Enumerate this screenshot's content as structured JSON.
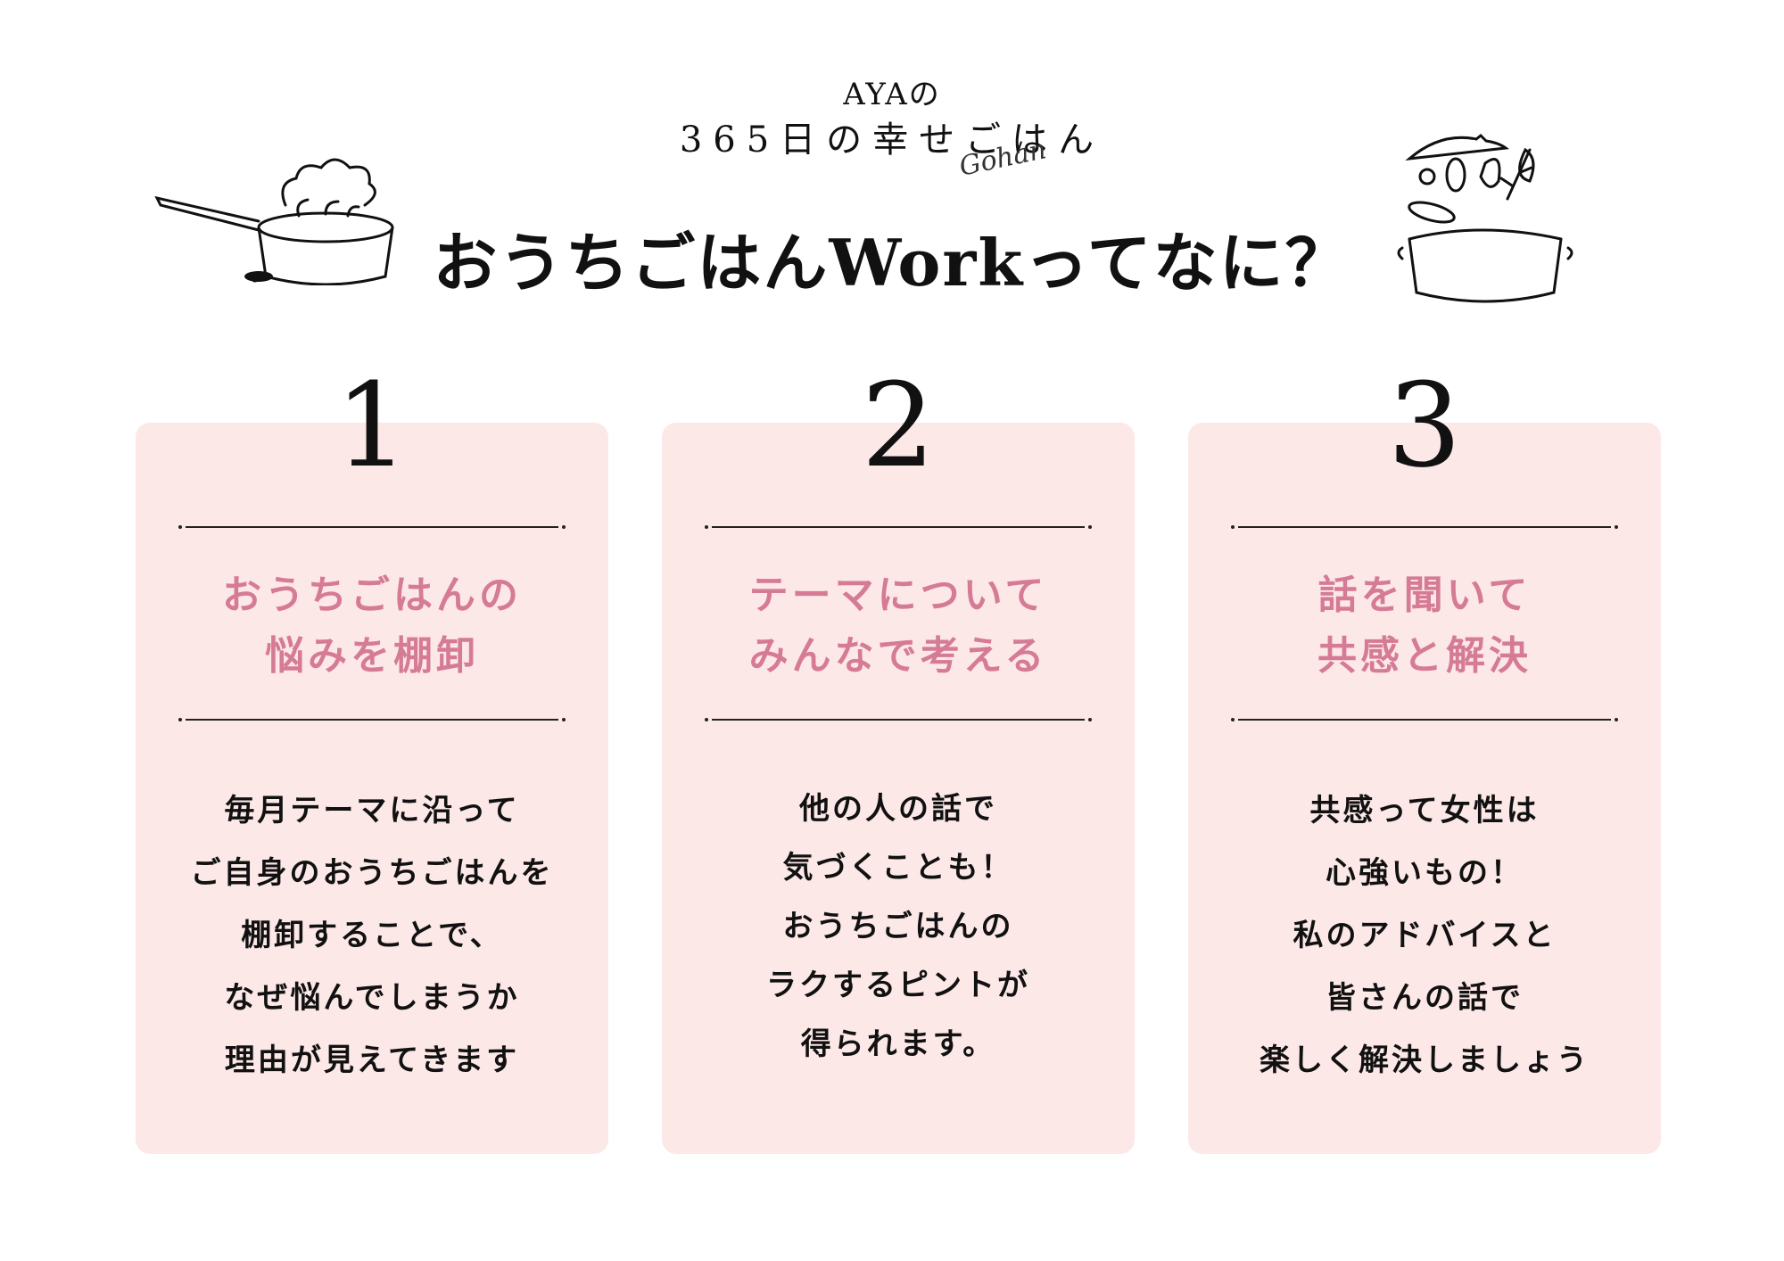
{
  "header": {
    "brand_line1": "AYAの",
    "brand_line2": "365日の幸せごはん",
    "brand_script": "Gohan",
    "title": "おうちごはんWorkってなに？"
  },
  "illustrations": {
    "left": "saucepan-illustration",
    "right": "stockpot-with-vegetables-illustration"
  },
  "colors": {
    "card_bg": "#fde8e8",
    "heading_pink": "#d57b95",
    "text": "#111111"
  },
  "cards": [
    {
      "number": "1",
      "heading_line1": "おうちごはんの",
      "heading_line2": "悩みを棚卸",
      "body": [
        "毎月テーマに沿って",
        "ご自身のおうちごはんを",
        "棚卸することで、",
        "なぜ悩んでしまうか",
        "理由が見えてきます"
      ]
    },
    {
      "number": "2",
      "heading_line1": "テーマについて",
      "heading_line2": "みんなで考える",
      "body": [
        "他の人の話で",
        "気づくことも！",
        "おうちごはんの",
        "ラクするピントが",
        "得られます。"
      ]
    },
    {
      "number": "3",
      "heading_line1": "話を聞いて",
      "heading_line2": "共感と解決",
      "body": [
        "共感って女性は",
        "心強いもの！",
        "私のアドバイスと",
        "皆さんの話で",
        "楽しく解決しましょう"
      ]
    }
  ]
}
